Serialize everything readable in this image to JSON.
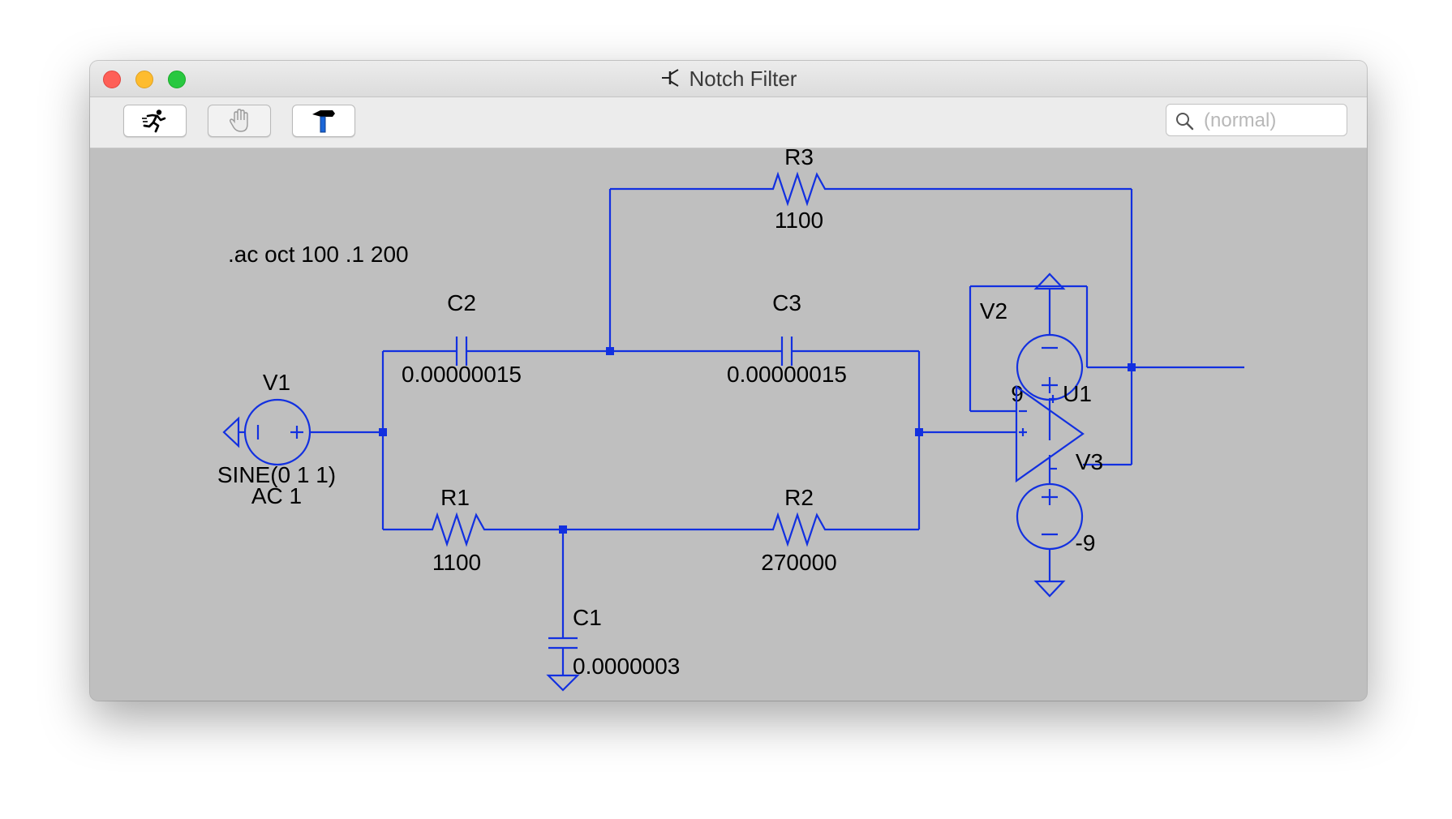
{
  "window": {
    "title": "Notch Filter"
  },
  "toolbar": {
    "buttons": [
      {
        "id": "run",
        "icon": "running-man-icon"
      },
      {
        "id": "halt",
        "icon": "hand-icon",
        "disabled": true
      },
      {
        "id": "settings",
        "icon": "hammer-icon"
      }
    ],
    "search_placeholder": "(normal)"
  },
  "schematic": {
    "wire_color": "#1230e0",
    "directive": ".ac oct 100 .1 200",
    "components": {
      "R3": {
        "name": "R3",
        "value": "1100"
      },
      "C2": {
        "name": "C2",
        "value": "0.00000015"
      },
      "C3": {
        "name": "C3",
        "value": "0.00000015"
      },
      "R1": {
        "name": "R1",
        "value": "1100"
      },
      "R2": {
        "name": "R2",
        "value": "270000"
      },
      "C1": {
        "name": "C1",
        "value": "0.0000003"
      },
      "V1": {
        "name": "V1",
        "value_line1": "SINE(0 1 1)",
        "value_line2": "AC 1"
      },
      "V2": {
        "name": "V2",
        "value": "9"
      },
      "V3": {
        "name": "V3",
        "value": "-9"
      },
      "U1": {
        "name": "U1"
      }
    }
  }
}
